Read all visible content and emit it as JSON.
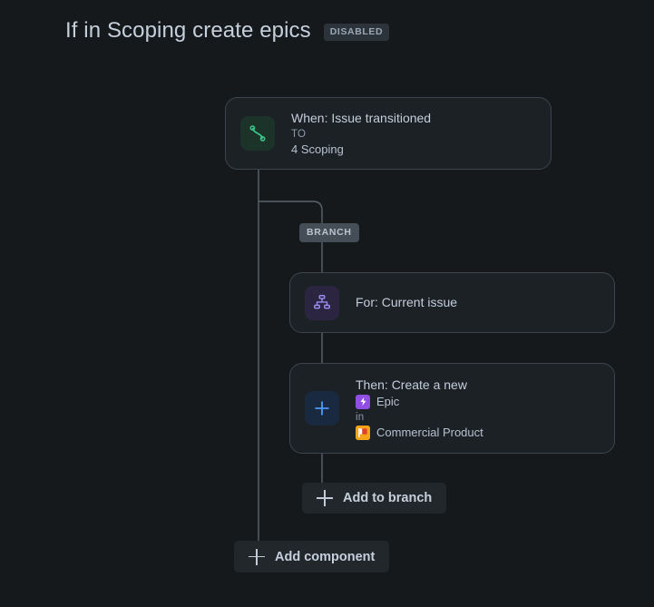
{
  "header": {
    "title": "If in Scoping create epics",
    "status_badge": "DISABLED"
  },
  "colors": {
    "background": "#15191c",
    "card_background": "#1c2126",
    "card_border": "#3c444d",
    "connector": "#5a636d",
    "trigger_icon_bg": "#1c3329",
    "trigger_icon_fg": "#3dc68a",
    "branch_icon_bg": "#2b2542",
    "branch_icon_fg": "#9a8df0",
    "create_icon_bg": "#19293f",
    "create_icon_fg": "#4c9aff",
    "epic_badge": "#904ee2",
    "project_badge": "#f6a317",
    "branch_pill_bg": "#454e57",
    "button_bg": "#22272b"
  },
  "rule": {
    "trigger": {
      "icon": "issue-transition-icon",
      "title": "When: Issue transitioned",
      "sub_label": "TO",
      "value": "4 Scoping"
    },
    "branch_label": "BRANCH",
    "branch": {
      "for_component": {
        "icon": "branch-hierarchy-icon",
        "title": "For: Current issue"
      },
      "then_component": {
        "icon": "plus-create-icon",
        "title": "Then: Create a new",
        "issue_type_icon": "epic-icon",
        "issue_type": "Epic",
        "connector_word": "in",
        "project_icon": "project-avatar-icon",
        "project": "Commercial Product"
      },
      "add_button": {
        "icon": "plus-icon",
        "label": "Add to branch"
      }
    },
    "add_component_button": {
      "icon": "plus-icon",
      "label": "Add component"
    }
  }
}
